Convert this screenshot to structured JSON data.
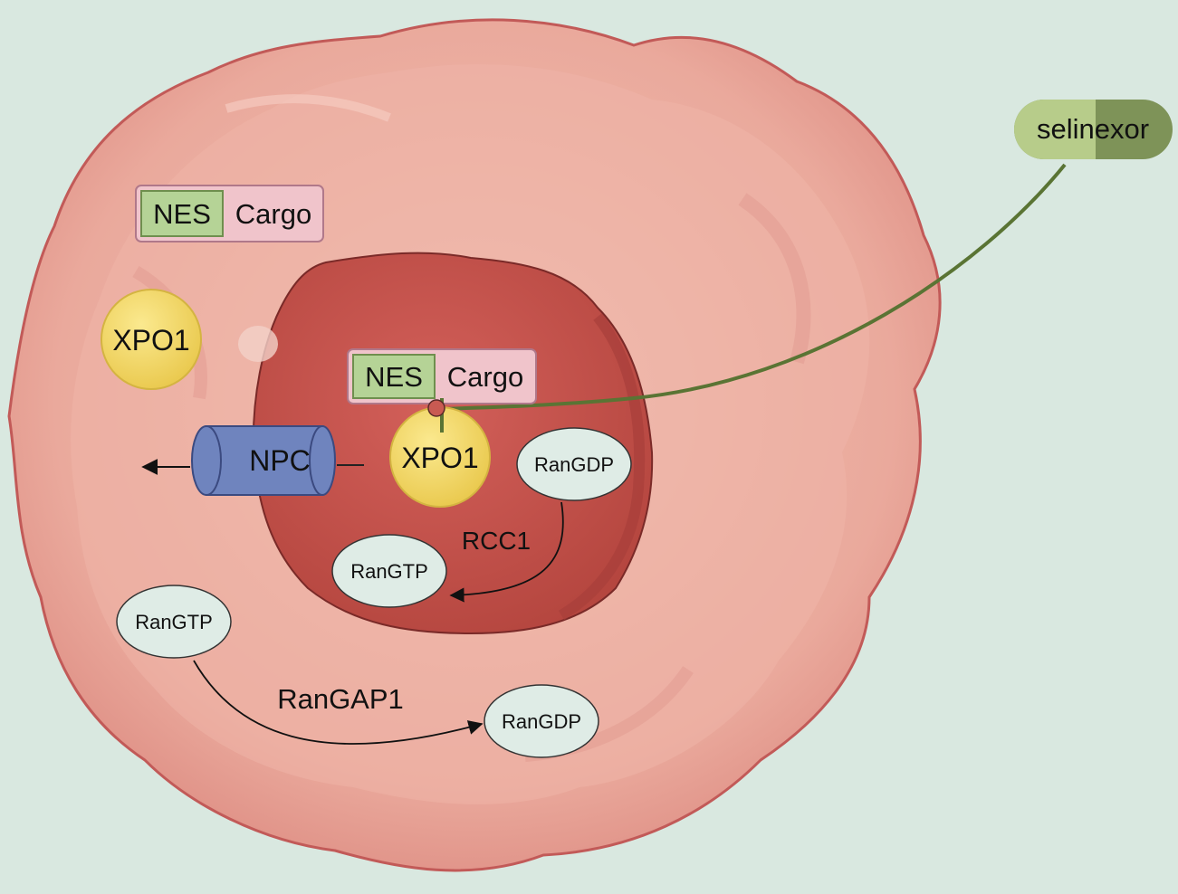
{
  "labels": {
    "selinexor": "selinexor",
    "nes_cyto": "NES",
    "cargo_cyto": "Cargo",
    "xpo1_cyto": "XPO1",
    "npc": "NPC",
    "nes_nuc": "NES",
    "cargo_nuc": "Cargo",
    "xpo1_nuc": "XPO1",
    "rangdp_nuc": "RanGDP",
    "rcc1": "RCC1",
    "rangtp_nuc": "RanGTP",
    "rangtp_cyto": "RanGTP",
    "rangap1": "RanGAP1",
    "rangdp_cyto": "RanGDP"
  },
  "colors": {
    "background": "#d9e8e0",
    "cell": "#e8a49a",
    "cell_inner": "#efb5aa",
    "cell_outline": "#c45a58",
    "nucleus": "#c6514c",
    "nucleus_inner": "#b84a45",
    "nucleus_outline": "#7a2a28",
    "xpo1": "#f5dc6a",
    "npc": "#6f84be",
    "nes_box": "#b5d396",
    "cargo_box": "#f0c4cb",
    "ran_ellipse": "#dfece6",
    "drug": "#b7cc8a",
    "drug_dark": "#7e9358",
    "drug_line": "#5a7434"
  }
}
